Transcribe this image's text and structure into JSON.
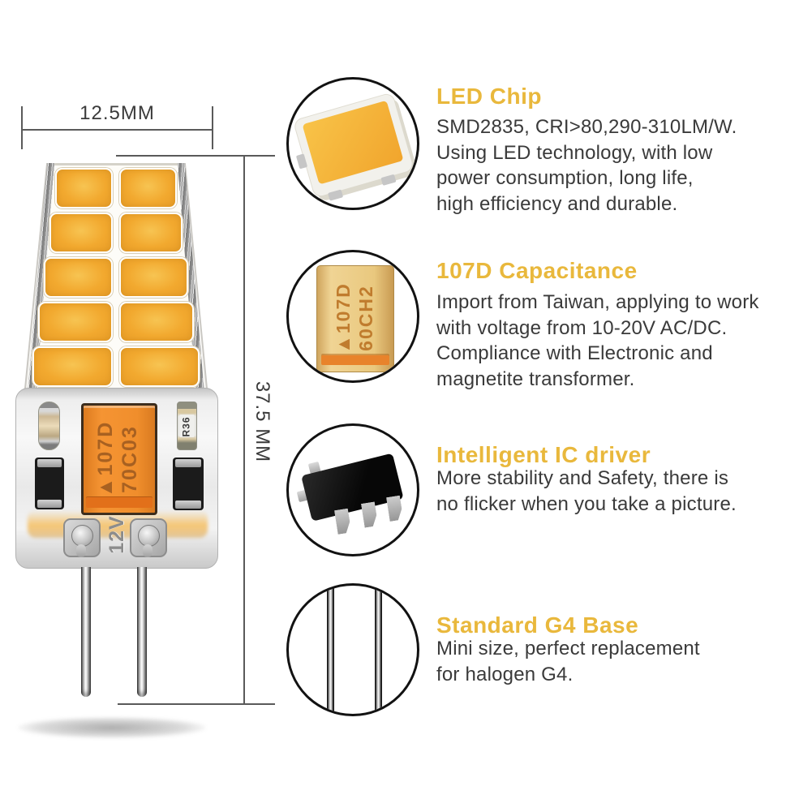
{
  "dimensions": {
    "width_label": "12.5MM",
    "height_label": "37.5 MM"
  },
  "bulb": {
    "capacitor": {
      "line1": "▲107D",
      "line2": "70C03"
    },
    "voltage_label": "12V",
    "resistor_label": "R36"
  },
  "callouts": [
    {
      "photo": "led-chip",
      "title": "LED Chip",
      "body": "SMD2835, CRI>80,290-310LM/W.\nUsing LED technology, with low\npower consumption, long life,\nhigh efficiency and durable."
    },
    {
      "photo": "capacitor",
      "title": "107D Capacitance",
      "body": "Import from Taiwan, applying to work\nwith voltage from 10-20V AC/DC.\nCompliance with Electronic and\nmagnetite transformer.",
      "photo_text": {
        "line1": "▲107D",
        "line2": "60CH2"
      }
    },
    {
      "photo": "ic-driver",
      "title": "Intelligent IC driver",
      "body": "More stability and Safety, there is\nno flicker when you take a picture."
    },
    {
      "photo": "g4-base-pins",
      "title": "Standard G4 Base",
      "body": "Mini size, perfect replacement\nfor halogen G4."
    }
  ],
  "colors": {
    "accent_heading": "#E9B83C",
    "body_text": "#3A3A3A",
    "led_amber": "#F2A92F",
    "capacitor_orange": "#F08E2C",
    "capacitor_tan": "#E9C87E",
    "dimension_line": "#5A5A5A"
  }
}
